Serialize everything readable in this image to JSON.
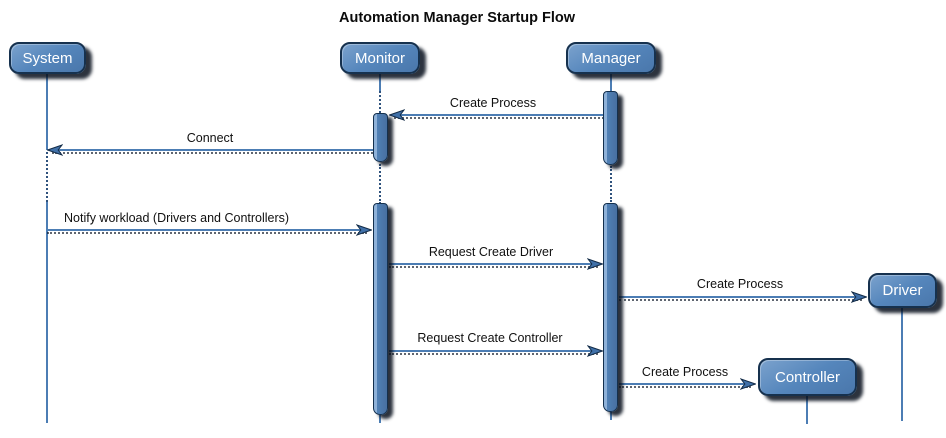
{
  "title": "Automation Manager Startup Flow",
  "diagram": {
    "type": "sequence",
    "actors": [
      {
        "id": "system",
        "label": "System"
      },
      {
        "id": "monitor",
        "label": "Monitor"
      },
      {
        "id": "manager",
        "label": "Manager"
      },
      {
        "id": "driver",
        "label": "Driver"
      },
      {
        "id": "controller",
        "label": "Controller"
      }
    ],
    "messages": [
      {
        "from": "manager",
        "to": "monitor",
        "direction": "left",
        "label": "Create Process"
      },
      {
        "from": "monitor",
        "to": "system",
        "direction": "left",
        "label": "Connect"
      },
      {
        "from": "system",
        "to": "monitor",
        "direction": "right",
        "label": "Notify workload (Drivers and Controllers)"
      },
      {
        "from": "monitor",
        "to": "manager",
        "direction": "right",
        "label": "Request Create Driver"
      },
      {
        "from": "manager",
        "to": "driver",
        "direction": "right",
        "label": "Create Process"
      },
      {
        "from": "monitor",
        "to": "manager",
        "direction": "right",
        "label": "Request Create Controller"
      },
      {
        "from": "manager",
        "to": "controller",
        "direction": "right",
        "label": "Create Process"
      }
    ],
    "colors": {
      "actor_fill": "#5586BC",
      "actor_border": "#16314E",
      "line": "#4C7DB4",
      "shadow": "#0A141F",
      "actor_text": "#FFFFFF",
      "label_text": "#101010",
      "background": "#FFFFFF"
    }
  }
}
